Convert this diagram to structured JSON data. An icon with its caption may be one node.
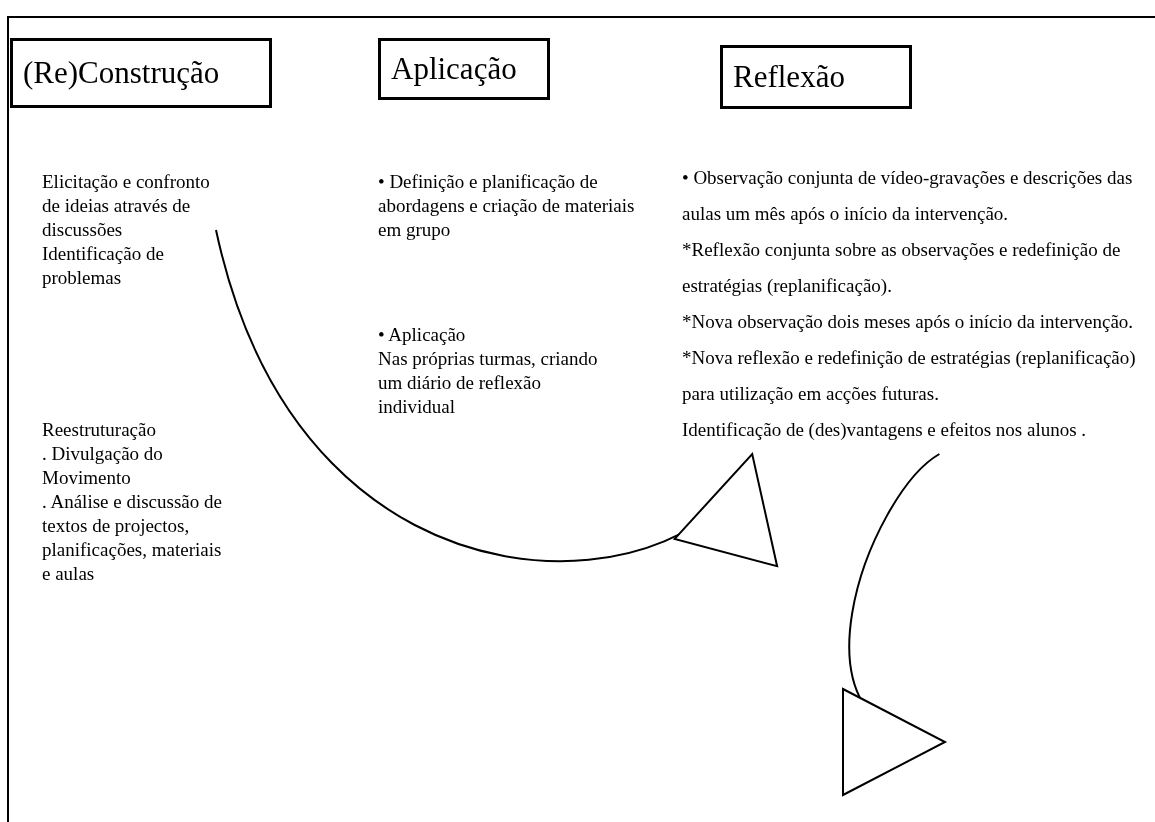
{
  "diagram": {
    "nodes": [
      {
        "text": [
          "(Re)Construção"
        ]
      },
      {
        "text": [
          "Aplicação"
        ]
      },
      {
        "text": [
          "Reflexão"
        ]
      },
      {
        "text": [
          "Elicitação e confronto de ideias através de discussões",
          "Identificação de problemas"
        ]
      },
      {
        "text": [
          "Reestruturação",
          ". Divulgação do Movimento",
          ". Análise e discussão de textos de projectos, planificações, materiais e aulas"
        ]
      },
      {
        "text": [
          "• Definição e planificação de abordagens e criação de materiais em grupo"
        ]
      },
      {
        "text": [
          "• Aplicação",
          "Nas próprias turmas, criando um diário de reflexão individual"
        ]
      },
      {
        "text": [
          "• Observação conjunta de vídeo-gravações e descrições das aulas um mês após o início da intervenção.",
          "*Reflexão conjunta sobre as observações e redefinição de estratégias (replanificação).",
          "*Nova observação dois meses após o início da intervenção.",
          "*Nova reflexão e redefinição de estratégias (replanificação) para utilização em acções futuras.",
          "Identificação de (des)vantagens e efeitos nos alunos ."
        ]
      }
    ],
    "edges": [
      {
        "from": 3,
        "to": 7,
        "arrow": "to"
      },
      {
        "from": 7,
        "to": null,
        "arrow": "to"
      }
    ]
  }
}
